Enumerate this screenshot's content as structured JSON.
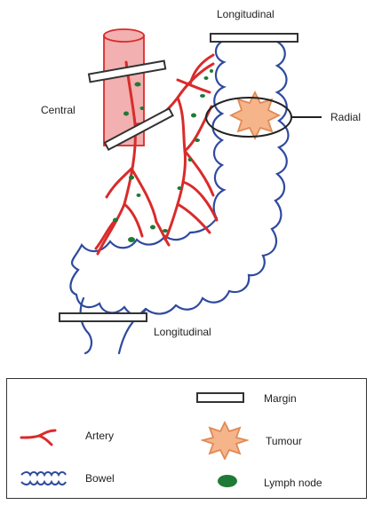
{
  "labels": {
    "longitudinal_top": "Longitudinal",
    "longitudinal_bottom": "Longitudinal",
    "central": "Central",
    "radial": "Radial"
  },
  "legend": {
    "artery": "Artery",
    "bowel": "Bowel",
    "margin": "Margin",
    "tumour": "Tumour",
    "lymph_node": "Lymph node"
  },
  "colors": {
    "artery": "#d92b2b",
    "bowel": "#2f4a9e",
    "lymph_node": "#1f7a35",
    "tumour_fill": "#f6b48a",
    "tumour_stroke": "#e08a55",
    "vessel_fill": "#f2b0b0",
    "vessel_stroke": "#d92b2b",
    "margin_fill": "#ffffff",
    "margin_stroke": "#333333"
  }
}
